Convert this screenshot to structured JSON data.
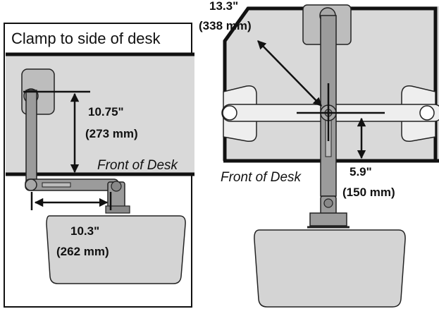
{
  "left_panel": {
    "title": "Clamp to side of desk",
    "front_label": "Front of Desk",
    "height_dim": {
      "value": "10.75\"",
      "metric": "(273 mm)"
    },
    "reach_dim": {
      "value": "10.3\"",
      "metric": "(262 mm)"
    }
  },
  "right_panel": {
    "front_label": "Front of Desk",
    "diag_dim": {
      "value": "13.3\"",
      "metric": "(338 mm)"
    },
    "offset_dim": {
      "value": "5.9\"",
      "metric": "(150 mm)"
    }
  },
  "colors": {
    "desk_fill": "#d9d9d9",
    "desk_edge": "#111111",
    "arm_fill": "#9b9b9b",
    "panel_fill": "#d4d4d4",
    "grommet_fill": "#eeeeee"
  }
}
